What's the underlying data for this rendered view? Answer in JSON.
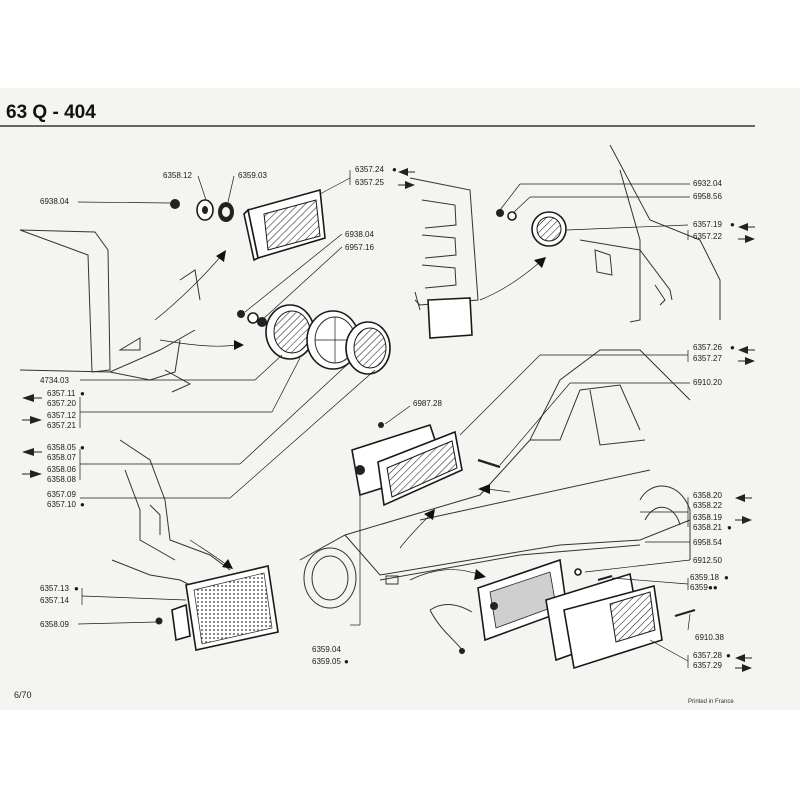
{
  "sheet": {
    "title": "63 Q  -  404",
    "page_number": "6/70",
    "printed": "Printed in France"
  },
  "part_labels": [
    {
      "id": "p-6938-04-a",
      "text": "6938.04"
    },
    {
      "id": "p-6358-12",
      "text": "6358.12"
    },
    {
      "id": "p-6359-03",
      "text": "6359.03"
    },
    {
      "id": "p-6357-24",
      "text": "6357.24"
    },
    {
      "id": "p-6357-25",
      "text": "6357.25"
    },
    {
      "id": "p-6938-04-b",
      "text": "6938.04"
    },
    {
      "id": "p-6957-16",
      "text": "6957.16"
    },
    {
      "id": "p-6932-04",
      "text": "6932.04"
    },
    {
      "id": "p-6958-56",
      "text": "6958.56"
    },
    {
      "id": "p-6357-19",
      "text": "6357.19"
    },
    {
      "id": "p-6357-22",
      "text": "6357.22"
    },
    {
      "id": "p-4734-03",
      "text": "4734.03"
    },
    {
      "id": "p-6357-11",
      "text": "6357.11"
    },
    {
      "id": "p-6357-20",
      "text": "6357.20"
    },
    {
      "id": "p-6357-12",
      "text": "6357.12"
    },
    {
      "id": "p-6357-21",
      "text": "6357.21"
    },
    {
      "id": "p-6357-26",
      "text": "6357.26"
    },
    {
      "id": "p-6357-27",
      "text": "6357.27"
    },
    {
      "id": "p-6910-20",
      "text": "6910.20"
    },
    {
      "id": "p-6987-28",
      "text": "6987.28"
    },
    {
      "id": "p-6358-05",
      "text": "6358.05"
    },
    {
      "id": "p-6358-07",
      "text": "6358.07"
    },
    {
      "id": "p-6358-06",
      "text": "6358.06"
    },
    {
      "id": "p-6358-08",
      "text": "6358.08"
    },
    {
      "id": "p-6357-09",
      "text": "6357.09"
    },
    {
      "id": "p-6357-10",
      "text": "6357.10"
    },
    {
      "id": "p-6358-20",
      "text": "6358.20"
    },
    {
      "id": "p-6358-22",
      "text": "6358.22"
    },
    {
      "id": "p-6358-19",
      "text": "6358.19"
    },
    {
      "id": "p-6358-21",
      "text": "6358.21"
    },
    {
      "id": "p-6958-54",
      "text": "6958.54"
    },
    {
      "id": "p-6912-50",
      "text": "6912.50"
    },
    {
      "id": "p-6359-18",
      "text": "6359.18"
    },
    {
      "id": "p-6359",
      "text": "6359"
    },
    {
      "id": "p-6357-13",
      "text": "6357.13"
    },
    {
      "id": "p-6357-14",
      "text": "6357.14"
    },
    {
      "id": "p-6358-09",
      "text": "6358.09"
    },
    {
      "id": "p-6910-38",
      "text": "6910.38"
    },
    {
      "id": "p-6357-28",
      "text": "6357.28"
    },
    {
      "id": "p-6357-29",
      "text": "6357.29"
    },
    {
      "id": "p-6359-04",
      "text": "6359.04"
    },
    {
      "id": "p-6359-05",
      "text": "6359.05"
    }
  ],
  "variant_markers": {
    "dot": "●",
    "double_dot": "●●"
  }
}
